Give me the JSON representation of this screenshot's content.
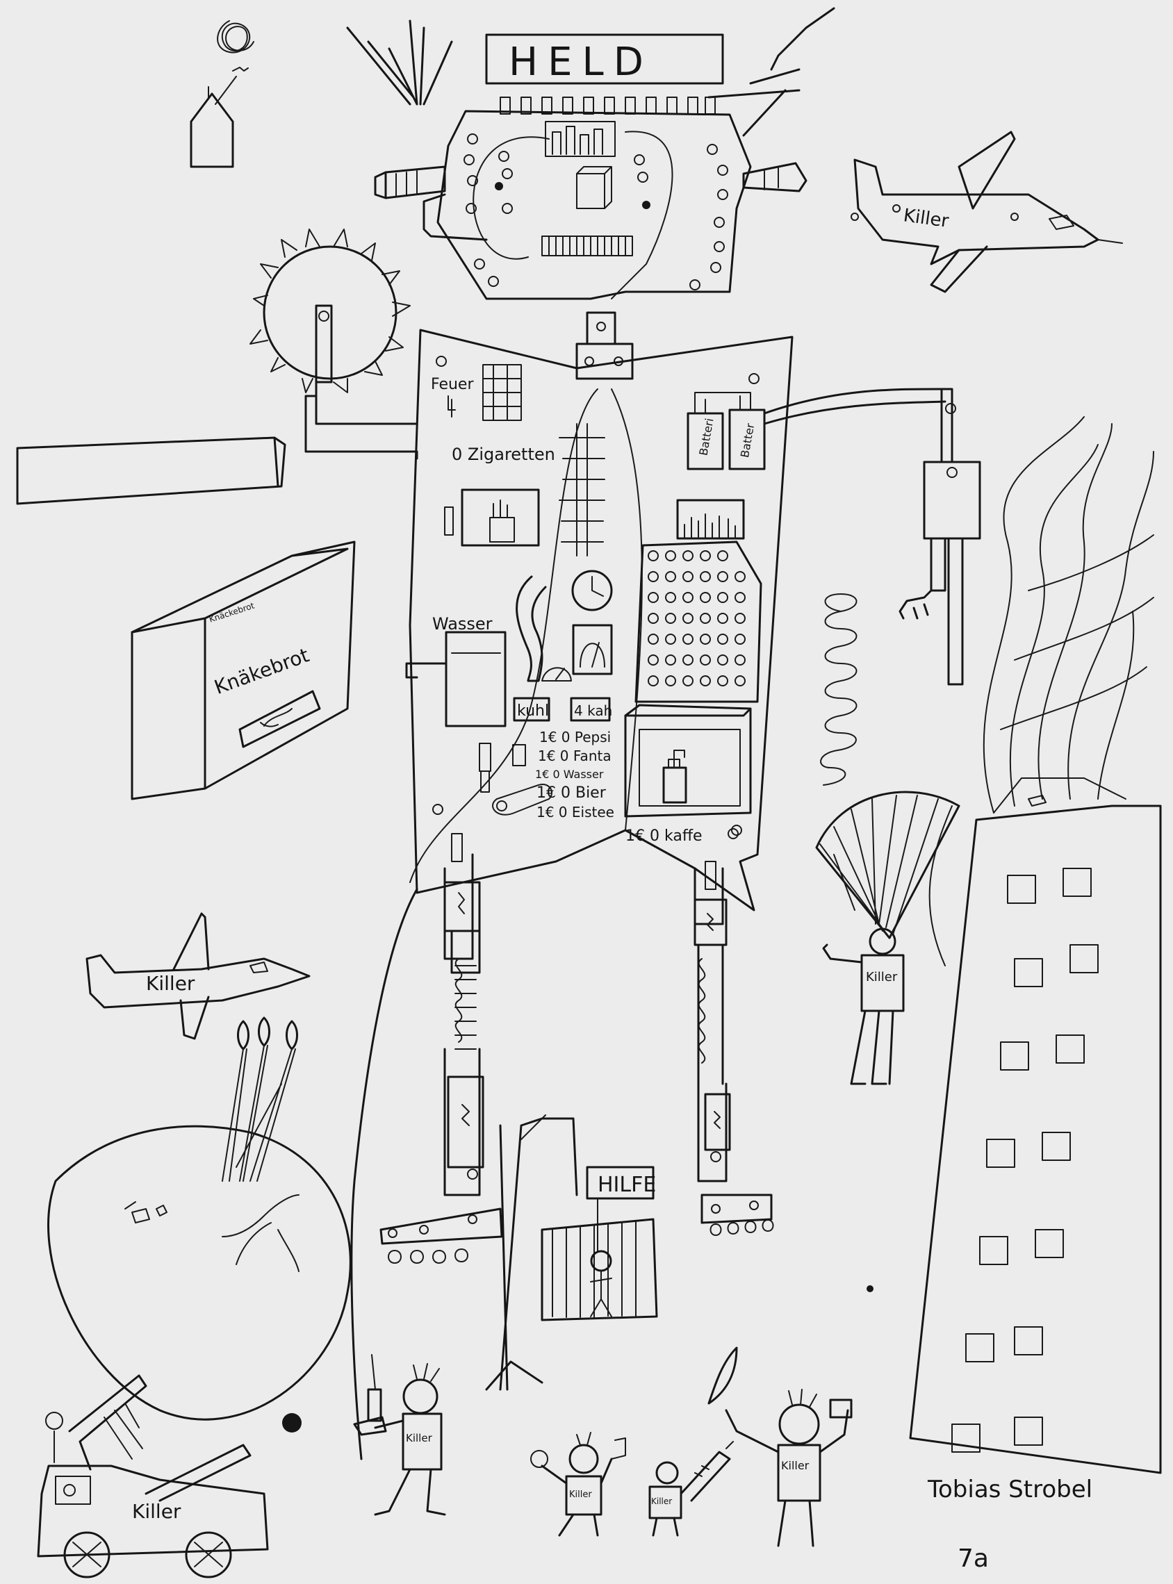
{
  "labels": {
    "title": "HELD",
    "feuer": "Feuer",
    "zigaretten": "0 Zigaretten",
    "batterie1": "Batteri",
    "batterie2": "Batter",
    "wasser": "Wasser",
    "kuhl": "kuhl",
    "heizung": "4 kah",
    "pepsi": "1€ 0 Pepsi",
    "fanta": "1€ 0 Fanta",
    "wasser2": "1€ 0 Wasser",
    "bier": "1€ 0 Bier",
    "eistee": "1€ 0 Eistee",
    "kaffee": "1€ 0 kaffe",
    "knackebrot_small": "Knäckebrot",
    "knackebrot": "Knäkebrot",
    "hilfe": "HILFE",
    "killer_plane_right": "Killer",
    "killer_plane_left": "Killer",
    "killer_parachute": "Killer",
    "killer_man1": "Killer",
    "killer_man2": "Killer",
    "killer_man3": "Killer",
    "killer_man4": "Killer",
    "killer_car": "Killer",
    "signature": "Tobias Strobel",
    "age": "7a"
  },
  "colors": {
    "paper": "#ececec",
    "ink": "#161616"
  }
}
